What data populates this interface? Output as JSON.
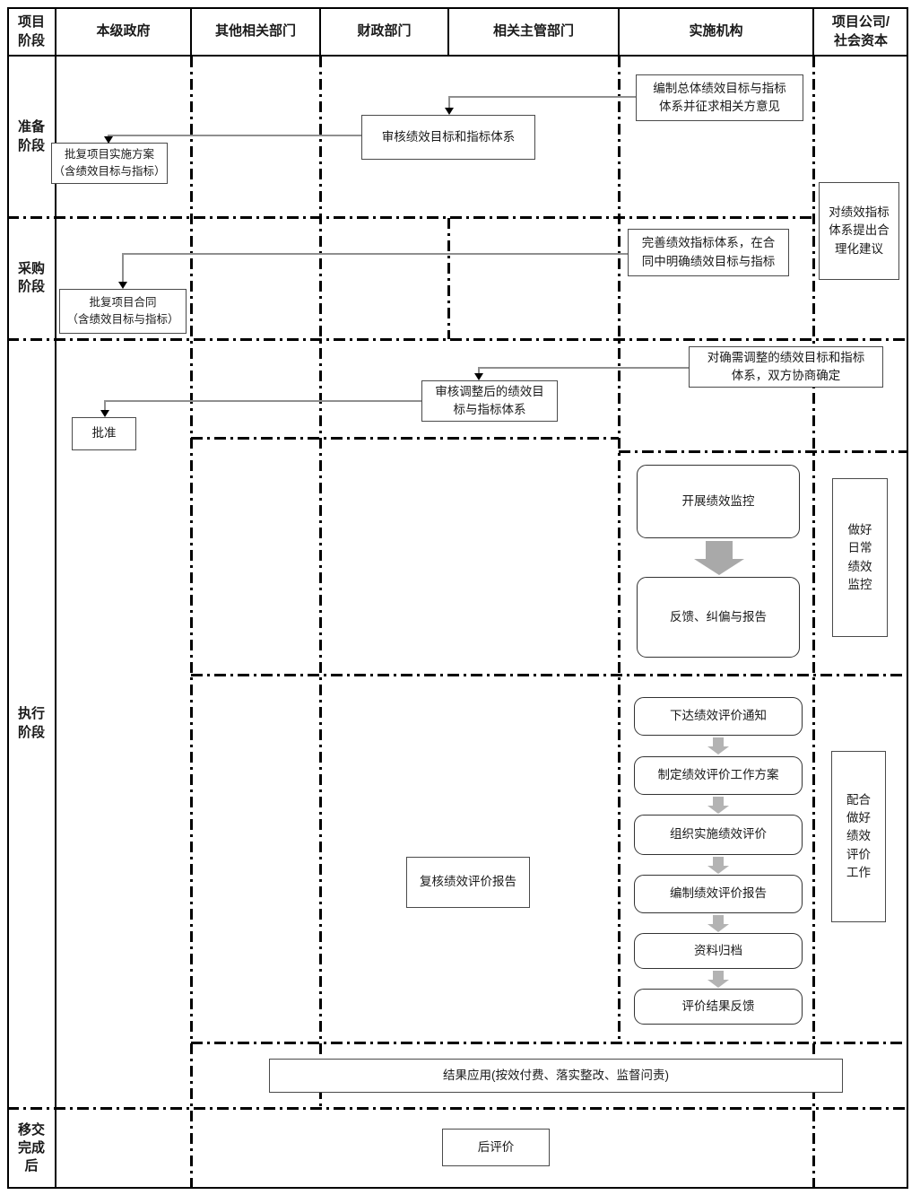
{
  "header": {
    "columns": [
      "项目\n阶段",
      "本级政府",
      "其他相关部门",
      "财政部门",
      "相关主管部门",
      "实施机构",
      "项目公司/\n社会资本"
    ]
  },
  "phases": [
    "准备\n阶段",
    "采购\n阶段",
    "执行\n阶段",
    "移交\n完成\n后"
  ],
  "nodes": {
    "compile_overall": {
      "text": "编制总体绩效目标与指标\n体系并征求相关方意见"
    },
    "review_targets": {
      "text": "审核绩效目标和指标体系"
    },
    "approve_plan": {
      "text": "批复项目实施方案\n（含绩效目标与指标）"
    },
    "suggest": {
      "text": "对绩效指标\n体系提出合\n理化建议"
    },
    "improve_system": {
      "text": "完善绩效指标体系，在合\n同中明确绩效目标与指标"
    },
    "approve_contract": {
      "text": "批复项目合同\n（含绩效目标与指标）"
    },
    "adjust_targets": {
      "text": "对确需调整的绩效目标和指标\n体系，双方协商确定"
    },
    "review_adjusted": {
      "text": "审核调整后的绩效目\n标与指标体系"
    },
    "approve": {
      "text": "批准"
    },
    "monitor": {
      "text": "开展绩效监控"
    },
    "feedback_correct": {
      "text": "反馈、纠偏与报告"
    },
    "daily_monitor": {
      "text": "做好\n日常\n绩效\n监控"
    },
    "notice": {
      "text": "下达绩效评价通知"
    },
    "plan_eval": {
      "text": "制定绩效评价工作方案"
    },
    "organize_eval": {
      "text": "组织实施绩效评价"
    },
    "compile_report": {
      "text": "编制绩效评价报告"
    },
    "archive": {
      "text": "资料归档"
    },
    "result_feedback": {
      "text": "评价结果反馈"
    },
    "review_report": {
      "text": "复核绩效评价报告"
    },
    "cooperate": {
      "text": "配合\n做好\n绩效\n评价\n工作"
    },
    "apply_results": {
      "text": "结果应用(按效付费、落实整改、监督问责)"
    },
    "post_eval": {
      "text": "后评价"
    }
  },
  "colors": {
    "line": "#000000",
    "connector": "#8f8f8f",
    "block_arrow": "#a9a9a9"
  }
}
